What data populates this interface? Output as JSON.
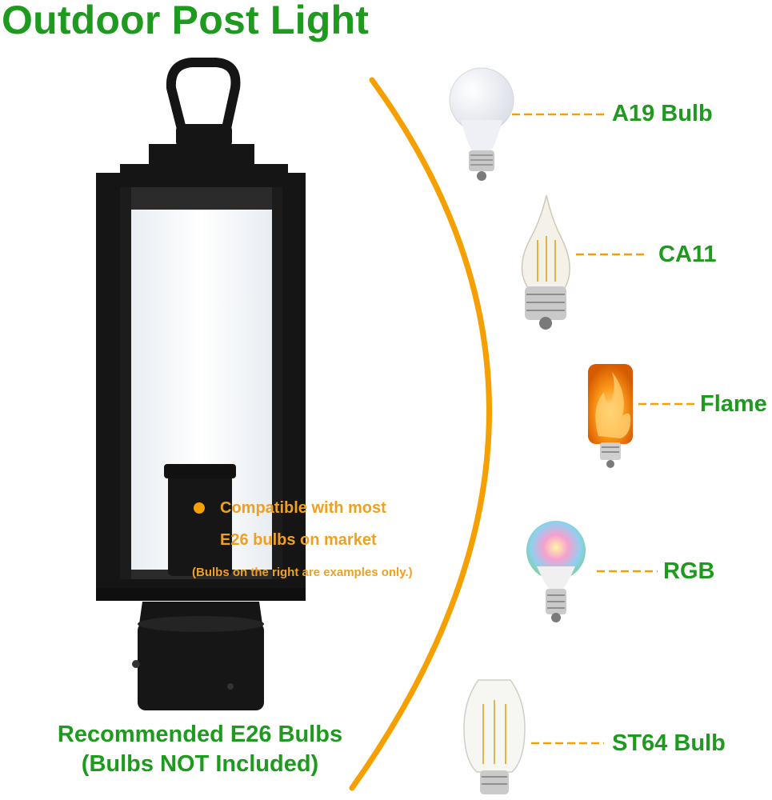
{
  "title": "Outdoor Post Light",
  "note": {
    "line1": "Compatible with most",
    "line2": "E26 bulbs on market",
    "line3": "(Bulbs on the right are examples only.)"
  },
  "bottom": {
    "line1": "Recommended E26 Bulbs",
    "line2": "(Bulbs NOT Included)"
  },
  "bulbs": [
    {
      "label": "A19 Bulb"
    },
    {
      "label": "CA11"
    },
    {
      "label": "Flame"
    },
    {
      "label": "RGB"
    },
    {
      "label": "ST64 Bulb"
    }
  ],
  "colors": {
    "green": "#1e9a1e",
    "orange": "#f5a000",
    "fixture": "#151515"
  }
}
